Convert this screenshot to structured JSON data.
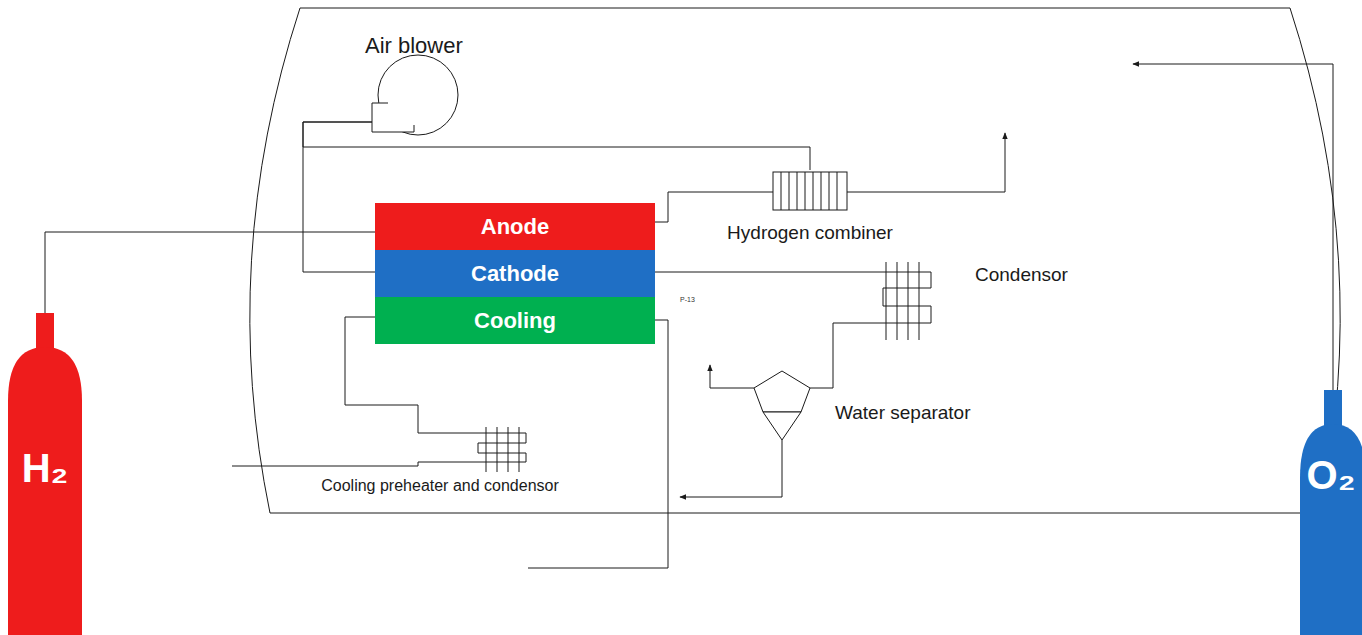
{
  "diagram": {
    "nodes": [
      {
        "text": [
          "Air blower"
        ]
      },
      {
        "text": [
          "Anode"
        ]
      },
      {
        "text": [
          "Cathode"
        ]
      },
      {
        "text": [
          "Cooling"
        ]
      },
      {
        "text": [
          "Hydrogen combiner"
        ]
      },
      {
        "text": [
          "Condensor"
        ]
      },
      {
        "text": [
          "Water separator"
        ]
      },
      {
        "text": [
          "Cooling preheater and condensor"
        ]
      },
      {
        "text": [
          "H₂"
        ]
      },
      {
        "text": [
          "O₂"
        ]
      }
    ],
    "edges": [
      {
        "from": 8,
        "to": 1,
        "arrow": "none"
      },
      {
        "from": 0,
        "to": 2,
        "arrow": "none"
      },
      {
        "from": 0,
        "to": 4,
        "arrow": "none"
      },
      {
        "from": 1,
        "to": 4,
        "arrow": "none"
      },
      {
        "from": 2,
        "to": 5,
        "arrow": "none"
      },
      {
        "from": 5,
        "to": 6,
        "arrow": "none"
      },
      {
        "from": 3,
        "to": 7,
        "arrow": "none"
      }
    ],
    "labels": [
      "P-13"
    ]
  }
}
